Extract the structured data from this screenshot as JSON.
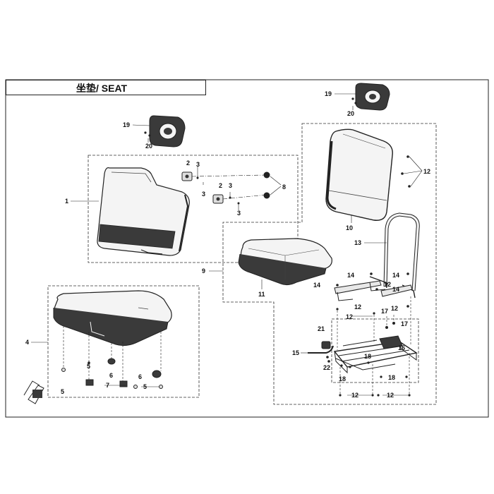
{
  "title": "坐垫/ SEAT",
  "callouts": {
    "c1": "1",
    "c2a": "2",
    "c2b": "2",
    "c3a": "3",
    "c3b": "3",
    "c3c": "3",
    "c3d": "3",
    "c4": "4",
    "c5a": "5",
    "c5b": "5",
    "c5c": "5",
    "c6a": "6",
    "c6b": "6",
    "c7": "7",
    "c8": "8",
    "c9": "9",
    "c10": "10",
    "c11": "11",
    "c12a": "12",
    "c12b": "12",
    "c12c": "12",
    "c12d": "12",
    "c12e": "12",
    "c12f": "12",
    "c12g": "12",
    "c13": "13",
    "c14a": "14",
    "c14b": "14",
    "c14c": "14",
    "c14d": "14",
    "c15": "15",
    "c16": "16",
    "c17a": "17",
    "c17b": "17",
    "c18a": "18",
    "c18b": "18",
    "c18c": "18",
    "c19a": "19",
    "c19b": "19",
    "c20a": "20",
    "c20b": "20",
    "c21": "21",
    "c22": "22"
  },
  "colors": {
    "line": "#222222",
    "part_fill": "#f4f4f4",
    "part_dark": "#3a3a3a",
    "dash": "#333333"
  }
}
